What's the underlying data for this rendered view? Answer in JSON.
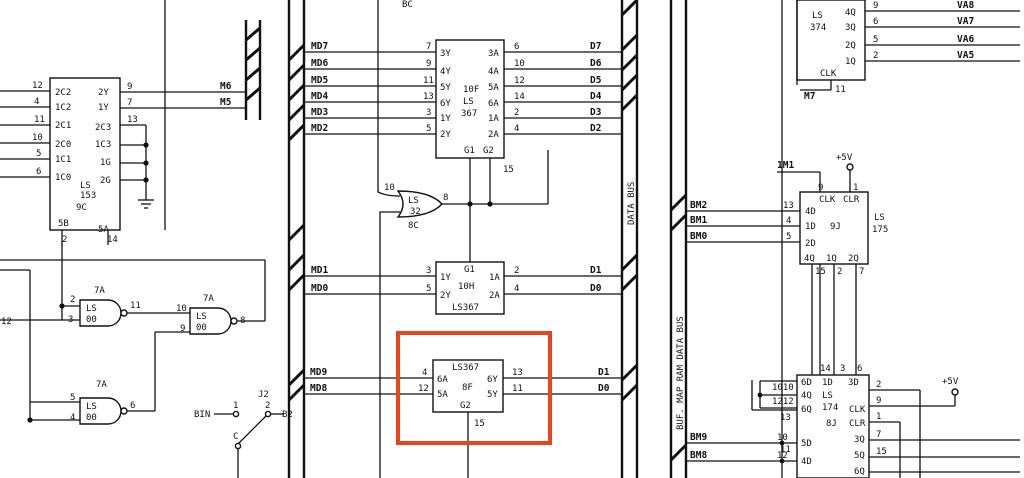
{
  "colors": {
    "highlight": "#e8451e",
    "ink": "#111111"
  },
  "top_fragments": {
    "bc_top": "BC"
  },
  "chip_153": {
    "line1": "LS",
    "line2": "153",
    "line3": "9C",
    "pins_left": [
      "12",
      "4",
      "11",
      "10",
      "5",
      "6"
    ],
    "names_left": [
      "2C2",
      "1C2",
      "2C1",
      "2C0",
      "1C1",
      "1C0"
    ],
    "names_right": [
      "2Y",
      "1Y",
      "2C3",
      "1C3",
      "1G",
      "2G"
    ],
    "pins_right_top": [
      "9",
      "7",
      "13"
    ],
    "pin_5b": "5B",
    "pin_5a": "5A",
    "pin_2": "2",
    "pin_14": "14"
  },
  "nets_153": {
    "m6": "M6",
    "m5": "M5"
  },
  "chip_10f": {
    "line1": "10F",
    "line2": "LS",
    "line3": "367",
    "in_names": [
      "3Y",
      "4Y",
      "5Y",
      "6Y",
      "1Y",
      "2Y"
    ],
    "in_pins": [
      "7",
      "9",
      "11",
      "13",
      "3",
      "5"
    ],
    "out_names": [
      "3A",
      "4A",
      "5A",
      "6A",
      "1A",
      "2A"
    ],
    "out_pins": [
      "6",
      "10",
      "12",
      "14",
      "2",
      "4"
    ],
    "g1": "G1",
    "g2": "G2",
    "pin15": "15"
  },
  "md_top": [
    "MD7",
    "MD6",
    "MD5",
    "MD4",
    "MD3",
    "MD2"
  ],
  "d_top": [
    "D7",
    "D6",
    "D5",
    "D4",
    "D3",
    "D2"
  ],
  "or_gate": {
    "line1": "LS",
    "line2": "32",
    "loc": "8C",
    "pin_in": "10",
    "pin_out": "8"
  },
  "chip_10h": {
    "name": "10H",
    "part": "LS367",
    "g1": "G1",
    "in_names": [
      "1Y",
      "2Y"
    ],
    "in_pins": [
      "3",
      "5"
    ],
    "out_names": [
      "1A",
      "2A"
    ],
    "out_pins": [
      "2",
      "4"
    ]
  },
  "md_mid": [
    "MD1",
    "MD0"
  ],
  "d_mid": [
    "D1",
    "D0"
  ],
  "chip_8f": {
    "part": "LS367",
    "loc": "8F",
    "g2": "G2",
    "pin15": "15",
    "in_names": [
      "6A",
      "5A"
    ],
    "in_pins": [
      "4",
      "12"
    ],
    "out_names": [
      "6Y",
      "5Y"
    ],
    "out_pins": [
      "13",
      "11"
    ]
  },
  "md_low": [
    "MD9",
    "MD8"
  ],
  "d_low": [
    "D1",
    "D0"
  ],
  "nand1": {
    "line1": "LS",
    "line2": "00",
    "loc": "7A",
    "pins": [
      "2",
      "3",
      "11"
    ]
  },
  "nand2": {
    "line1": "LS",
    "line2": "00",
    "loc": "7A",
    "pins": [
      "10",
      "9",
      "8"
    ]
  },
  "nand3": {
    "line1": "LS",
    "line2": "00",
    "loc": "7A",
    "pins": [
      "5",
      "4",
      "6"
    ]
  },
  "left_edge": {
    "n12": "12"
  },
  "jumper": {
    "name": "J2",
    "bin": "BIN",
    "p1": "1",
    "p2": "2",
    "pc": "C",
    "b2": "B2"
  },
  "bus_labels": {
    "data_bus": "DATA BUS",
    "buf_bus": "BUF. MAP RAM DATA BUS"
  },
  "chip_374": {
    "line1": "LS",
    "line2": "374",
    "pins_left": [
      "9",
      "6",
      "5",
      "2"
    ],
    "pin_names": [
      "4Q",
      "3Q",
      "2Q",
      "1Q"
    ],
    "clk": "CLK",
    "pin11": "11",
    "net_m7": "M7"
  },
  "va_nets": [
    "VA8",
    "VA7",
    "VA6",
    "VA5"
  ],
  "chip_9j": {
    "line1": "LS",
    "line2": "175",
    "loc": "9J",
    "clk": "CLK",
    "clr": "CLR",
    "in_names": [
      "4D",
      "1D",
      "2D"
    ],
    "in_pins": [
      "13",
      "4",
      "5"
    ],
    "out_names": [
      "4Q",
      "1Q",
      "2Q"
    ],
    "out_pins": [
      "15",
      "2",
      "7"
    ],
    "pin9": "9",
    "pin1": "1",
    "m1": "1M1",
    "v5": "+5V"
  },
  "bm_nets": [
    "BM2",
    "BM1",
    "BM0"
  ],
  "chip_8j": {
    "line1": "LS",
    "line2": "174",
    "loc": "8J",
    "names_left": [
      "6D",
      "4Q",
      "6Q",
      "5D",
      "4D"
    ],
    "pins_left": [
      "10",
      "12",
      "13",
      "11"
    ],
    "top_names": [
      "1D",
      "3D"
    ],
    "top_pins": [
      "14",
      "3",
      "6"
    ],
    "right_names": [
      "CLK",
      "CLR",
      "3Q",
      "5Q",
      "6Q"
    ],
    "right_pins": [
      "9",
      "1",
      "7",
      "15"
    ],
    "pin2": "2",
    "v5": "+5V"
  },
  "bm_low": [
    "BM9",
    "BM8"
  ],
  "left_row_pins": {
    "p1010": "1010",
    "p1212": "1212"
  }
}
